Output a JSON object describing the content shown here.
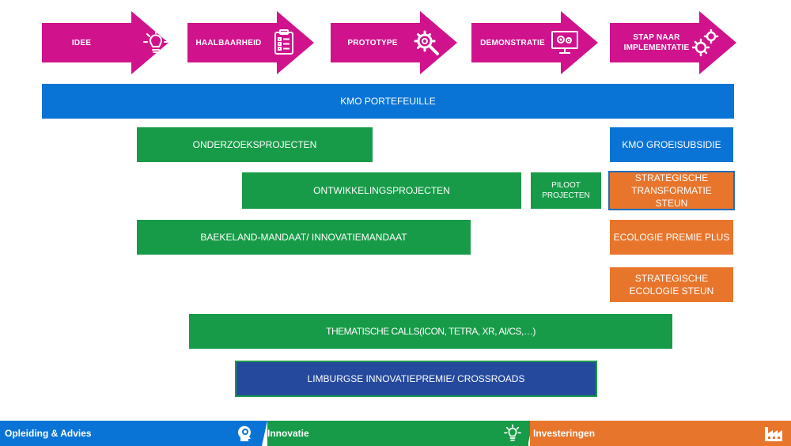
{
  "stages": [
    {
      "label": "IDEE",
      "icon": "lightbulb-icon"
    },
    {
      "label": "HAALBAARHEID",
      "icon": "checklist-icon"
    },
    {
      "label": "PROTOTYPE",
      "icon": "gear-wrench-icon"
    },
    {
      "label": "DEMONSTRATIE",
      "icon": "monitor-gears-icon"
    },
    {
      "label": "STAP NAAR IMPLEMENTATIE",
      "icon": "gears-icon"
    }
  ],
  "programs": {
    "kmo_portefeuille": "KMO PORTEFEUILLE",
    "onderzoeksprojecten": "ONDERZOEKSPROJECTEN",
    "kmo_groeisubsidie": "KMO GROEISUBSIDIE",
    "ontwikkelingsprojecten": "ONTWIKKELINGSPROJECTEN",
    "piloot_projecten": "PILOOT PROJECTEN",
    "strategische_transformatie_steun": "STRATEGISCHE TRANSFORMATIE STEUN",
    "baekeland": "BAEKELAND-MANDAAT/ INNOVATIEMANDAAT",
    "ecologie_premie_plus": "ECOLOGIE PREMIE PLUS",
    "strategische_ecologie_steun": "STRATEGISCHE ECOLOGIE STEUN",
    "thematische_calls": "THEMATISCHE CALLS(ICON, TETRA, XR, AI/CS,…)",
    "limburgse_innovatiepremie": "LIMBURGSE INNOVATIEPREMIE/ CROSSROADS"
  },
  "footer": {
    "opleiding": {
      "label": "Opleiding & Advies",
      "icon": "head-gears-icon"
    },
    "innovatie": {
      "label": "Innovatie",
      "icon": "lightbulb-icon"
    },
    "investeringen": {
      "label": "Investeringen",
      "icon": "factory-icon"
    }
  },
  "colors": {
    "stage": "#d0138c",
    "blue": "#0a74d6",
    "green": "#179b48",
    "orange": "#e8752c",
    "navy": "#25499c"
  }
}
